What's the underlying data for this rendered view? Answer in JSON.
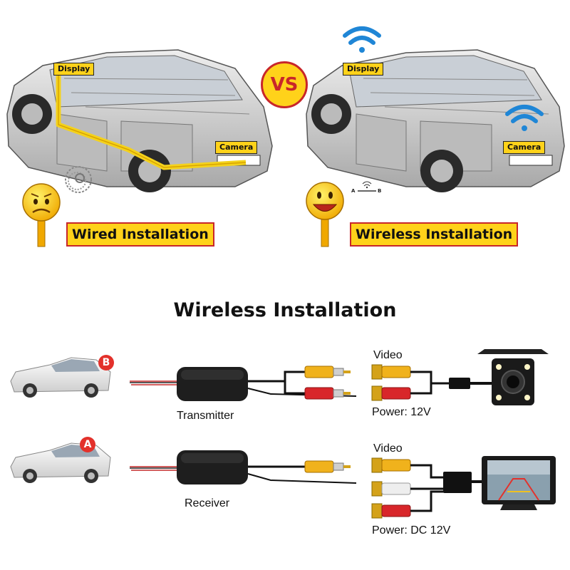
{
  "top_comparison": {
    "vs_label": "VS",
    "left": {
      "display_tag": "Display",
      "camera_tag": "Camera",
      "banner": "Wired Installation"
    },
    "right": {
      "display_tag": "Display",
      "camera_tag": "Camera",
      "banner": "Wireless Installation",
      "link_a": "A",
      "link_b": "B"
    }
  },
  "section_heading": "Wireless Installation",
  "transmitter_row": {
    "badge": "B",
    "device_label": "Transmitter",
    "video_label": "Video",
    "power_label": "Power: 12V"
  },
  "receiver_row": {
    "badge": "A",
    "device_label": "Receiver",
    "video_label": "Video",
    "power_label": "Power: DC 12V"
  },
  "colors": {
    "tag_yellow": "#ffd21a",
    "accent_red": "#c8262a",
    "wifi_blue": "#1f86d6",
    "rca_yellow": "#f0b21c",
    "rca_red": "#d8262a",
    "rca_white": "#eeeeee"
  }
}
